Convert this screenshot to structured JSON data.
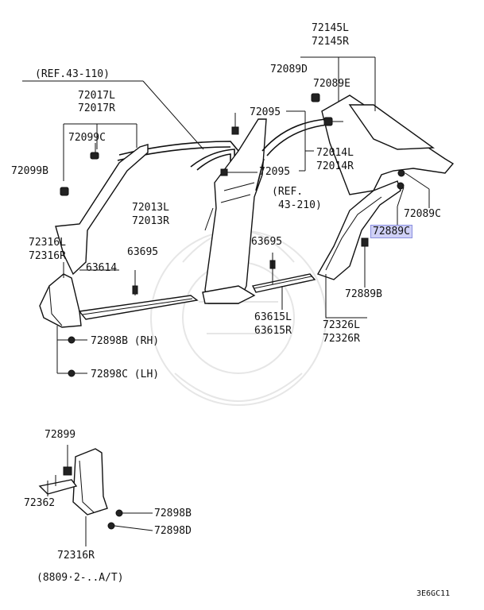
{
  "labels": {
    "ref_43_110": "(REF.43-110)",
    "p72017l": "72017L",
    "p72017r": "72017R",
    "p72099c": "72099C",
    "p72099b": "72099B",
    "p72316l": "72316L",
    "p72316r": "72316R",
    "p63614": "63614",
    "p63695a": "63695",
    "p72898b_rh": "72898B (RH)",
    "p72898c_lh": "72898C (LH)",
    "p72013l": "72013L",
    "p72013r": "72013R",
    "p72095a": "72095",
    "p72095b": "72095",
    "p72014l": "72014L",
    "p72014r": "72014R",
    "ref_43_210a": "(REF.",
    "ref_43_210b": "43-210)",
    "p63695b": "63695",
    "p63615l": "63615L",
    "p63615r": "63615R",
    "p72145l": "72145L",
    "p72145r": "72145R",
    "p72089d": "72089D",
    "p72089e": "72089E",
    "p72089c": "72089C",
    "p72889c": "72889C",
    "p72889b": "72889B",
    "p72326l": "72326L",
    "p72326r": "72326R",
    "p72899": "72899",
    "p72362": "72362",
    "p72898b": "72898B",
    "p72898d": "72898D",
    "p72316r_inset": "72316R",
    "inset_note": "(8809·2-..A/T)",
    "diagram_code": "3E6GC11"
  },
  "highlight_color": "#cfd0f6"
}
